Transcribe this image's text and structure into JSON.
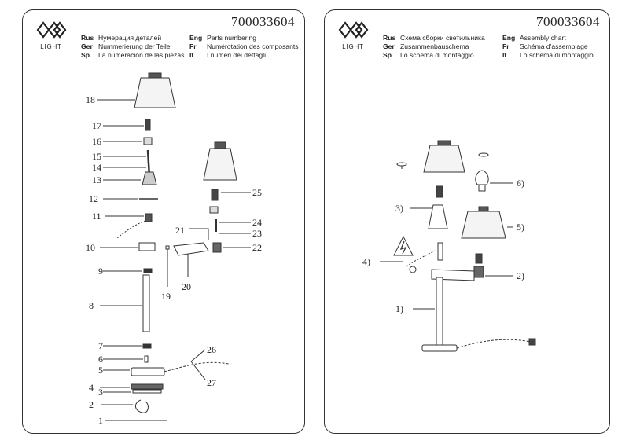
{
  "left_page": {
    "code": "700033604",
    "logo_text": "LIGHT",
    "headings": [
      {
        "lang": "Rus",
        "text": "Нумерация деталей"
      },
      {
        "lang": "Ger",
        "text": "Nummerierung der Teile"
      },
      {
        "lang": "Sp",
        "text": "La numeración de las piezas"
      }
    ],
    "headings_right": [
      {
        "lang": "Eng",
        "text": "Parts numbering"
      },
      {
        "lang": "Fr",
        "text": "Numérotation des composants"
      },
      {
        "lang": "It",
        "text": "I numeri dei dettagli"
      }
    ],
    "labels": {
      "n1": "1",
      "n2": "2",
      "n3": "3",
      "n4": "4",
      "n5": "5",
      "n6": "6",
      "n7": "7",
      "n8": "8",
      "n9": "9",
      "n10": "10",
      "n11": "11",
      "n12": "12",
      "n13": "13",
      "n14": "14",
      "n15": "15",
      "n16": "16",
      "n17": "17",
      "n18": "18",
      "n19": "19",
      "n20": "20",
      "n21": "21",
      "n22": "22",
      "n23": "23",
      "n24": "24",
      "n25": "25",
      "n26": "26",
      "n27": "27"
    }
  },
  "right_page": {
    "code": "700033604",
    "logo_text": "LIGHT",
    "headings": [
      {
        "lang": "Rus",
        "text": "Схема сборки светильника"
      },
      {
        "lang": "Ger",
        "text": "Zusammenbauschema"
      },
      {
        "lang": "Sp",
        "text": "Lo schema di montaggio"
      }
    ],
    "headings_right": [
      {
        "lang": "Eng",
        "text": "Assembly chart"
      },
      {
        "lang": "Fr",
        "text": "Schéma d'assemblage"
      },
      {
        "lang": "It",
        "text": "Lo schema di montaggio"
      }
    ],
    "labels": {
      "s1": "1)",
      "s2": "2)",
      "s3": "3)",
      "s4": "4)",
      "s5": "5)",
      "s6": "6)"
    }
  }
}
